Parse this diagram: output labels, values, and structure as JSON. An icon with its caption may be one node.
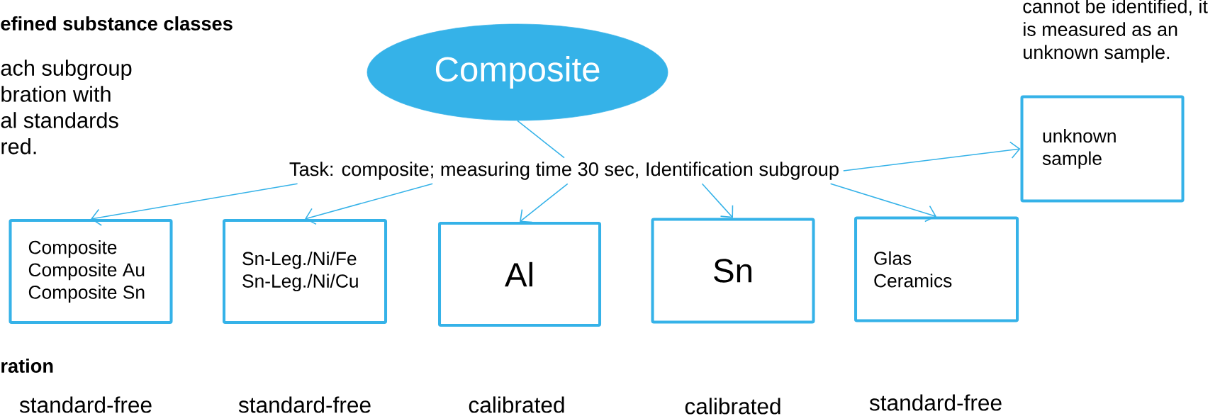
{
  "diagram": {
    "nodes": [
      {
        "text": [
          "Composite"
        ]
      },
      {
        "text": [
          "unknown sample"
        ],
        "beside": [
          "cannot be identified, it is measured as an unknown sample."
        ]
      },
      {
        "text": [
          "Task: composite; measuring time 30 sec, Identification subgroup"
        ]
      },
      {
        "text": [
          "Composite",
          "Composite Au",
          "Composite Sn"
        ]
      },
      {
        "text": [
          "Sn-Leg./Ni/Fe",
          "Sn-Leg./Ni/Cu"
        ]
      },
      {
        "text": [
          "Al"
        ]
      },
      {
        "text": [
          "Sn"
        ]
      },
      {
        "text": [
          "Glas",
          "Ceramics"
        ]
      }
    ],
    "edges": [
      {
        "from": 0,
        "to": 2,
        "arrow": "none"
      },
      {
        "from": 2,
        "to": 3,
        "arrow": "to"
      },
      {
        "from": 2,
        "to": 4,
        "arrow": "to"
      },
      {
        "from": 2,
        "to": 5,
        "arrow": "to"
      },
      {
        "from": 2,
        "to": 6,
        "arrow": "to"
      },
      {
        "from": 2,
        "to": 7,
        "arrow": "to"
      },
      {
        "from": 2,
        "to": 1,
        "arrow": "to"
      }
    ],
    "labels": [
      "efined substance classes",
      "ach subgroup bration with al standards red.",
      "ration",
      "standard-free",
      "standard-free",
      "calibrated",
      "calibrated",
      "standard-free"
    ]
  }
}
